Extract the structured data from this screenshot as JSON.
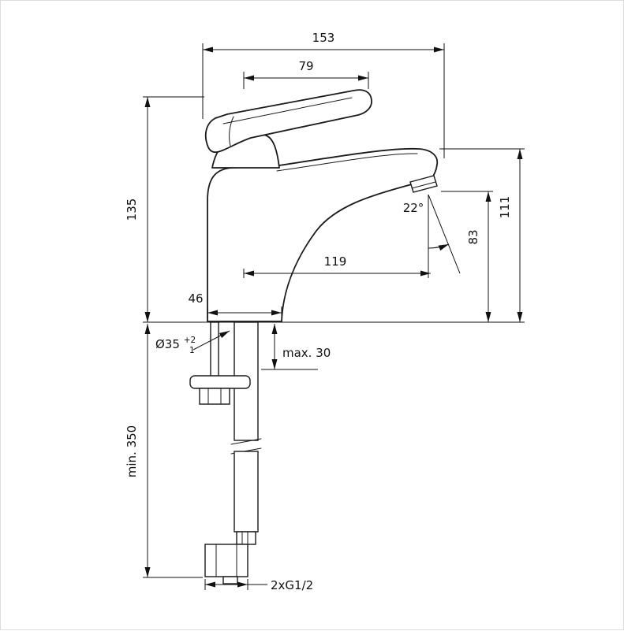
{
  "meta": {
    "title": "Basin mixer tap — dimensional technical drawing"
  },
  "colors": {
    "line": "#1a1a1a",
    "background": "#ffffff"
  },
  "dimensions": {
    "total_projection": "153",
    "handle_projection": "79",
    "body_height": "135",
    "base_width": "46",
    "spout_reach": "119",
    "spout_angle": "22°",
    "outlet_height": "83",
    "spout_top_height": "111",
    "deck_thickness": "max. 30",
    "hole_diameter": "Ø35",
    "hole_tol_upper": "+2",
    "hole_tol_lower": "1",
    "hose_length": "min. 350",
    "connection_thread": "2xG1/2"
  }
}
